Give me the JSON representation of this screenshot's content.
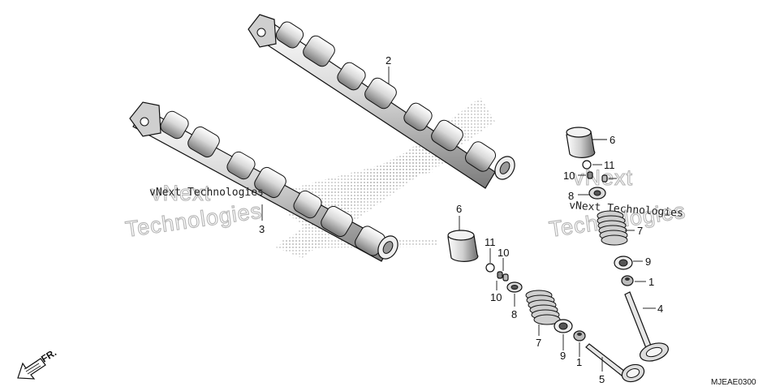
{
  "diagram": {
    "callouts": {
      "c2": "2",
      "c3": "3",
      "c6a": "6",
      "c11a": "11",
      "c10a": "10",
      "c8a": "8",
      "c1a": "1",
      "c4": "4",
      "c9a": "9",
      "c7a": "7",
      "c6b": "6",
      "c11b": "11",
      "c10b": "10",
      "c10c": "10",
      "c8b": "8",
      "c7b": "7",
      "c9b": "9",
      "c1b": "1",
      "c5": "5"
    },
    "front_label": "FR.",
    "diagram_code": "MJEAE0300",
    "watermark": {
      "company_line": "vNext Technologies",
      "big_word_1": "vNext",
      "big_word_2": "Technologies"
    }
  }
}
